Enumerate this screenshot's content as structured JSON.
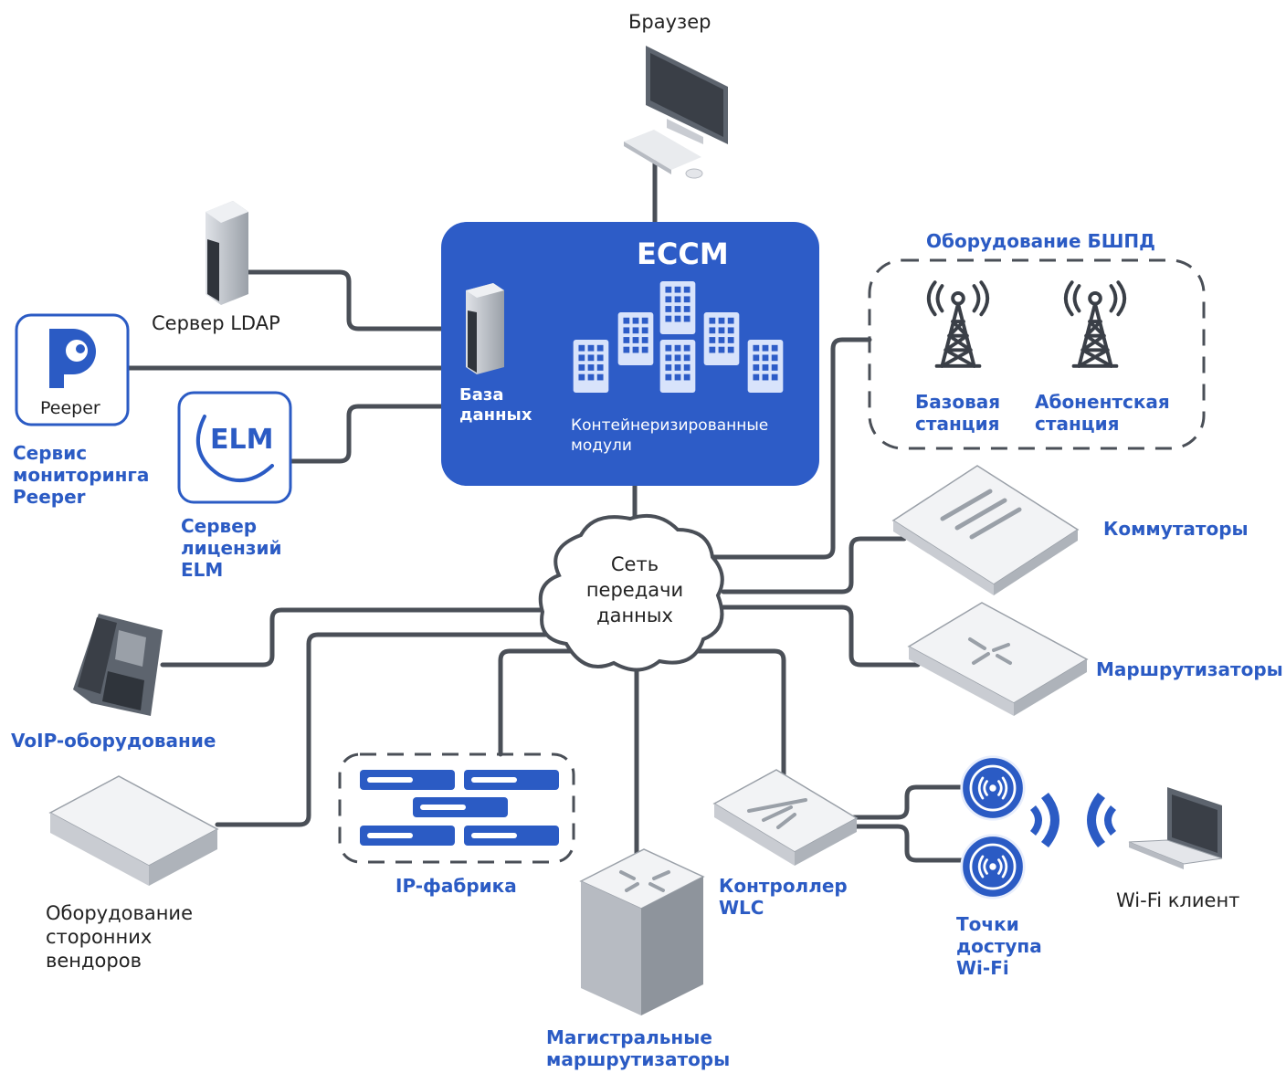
{
  "colors": {
    "accent": "#2b5bc4",
    "ecc_box": "#2d5cc7",
    "line": "#4a4f57",
    "device_gray": "#c9ccd2",
    "device_dark": "#6d737c"
  },
  "ecc": {
    "title": "ECCM",
    "db_label_1": "База",
    "db_label_2": "данных",
    "modules_label_1": "Контейнеризированные",
    "modules_label_2": "модули"
  },
  "cloud": {
    "line1": "Сеть",
    "line2": "передачи",
    "line3": "данных"
  },
  "nodes": {
    "browser": "Браузер",
    "ldap": "Сервер LDAP",
    "peeper_logo": "Peeper",
    "peeper_1": "Сервис",
    "peeper_2": "мониторинга",
    "peeper_3": "Peeper",
    "elm_logo": "ELM",
    "elm_1": "Сервер",
    "elm_2": "лицензий",
    "elm_3": "ELM",
    "bshpd_title": "Оборудование БШПД",
    "base_1": "Базовая",
    "base_2": "станция",
    "sub_1": "Абонентская",
    "sub_2": "станция",
    "switches": "Коммутаторы",
    "routers": "Маршрутизаторы",
    "voip": "VoIP-оборудование",
    "thirdparty_1": "Оборудование",
    "thirdparty_2": "сторонних",
    "thirdparty_3": "вендоров",
    "ipfabric": "IP-фабрика",
    "backbone_1": "Магистральные",
    "backbone_2": "маршрутизаторы",
    "wlc_1": "Контроллер",
    "wlc_2": "WLC",
    "ap_1": "Точки",
    "ap_2": "доступа",
    "ap_3": "Wi-Fi",
    "wifi_client": "Wi-Fi клиент"
  }
}
